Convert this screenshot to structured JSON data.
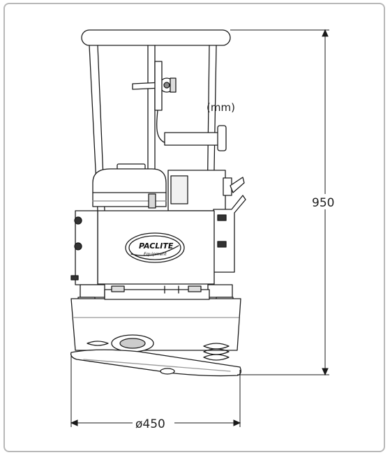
{
  "drawing": {
    "unit_label": "(mm)",
    "height_dimension": "950",
    "diameter_dimension": "ø450",
    "brand_logo": "PACLITE",
    "brand_sub": "Equipment"
  },
  "colors": {
    "frame_border": "#b8b8b8",
    "line": "#1a1a1a",
    "shade_light": "#d9d9d9",
    "shade_mid": "#bdbdbd"
  }
}
